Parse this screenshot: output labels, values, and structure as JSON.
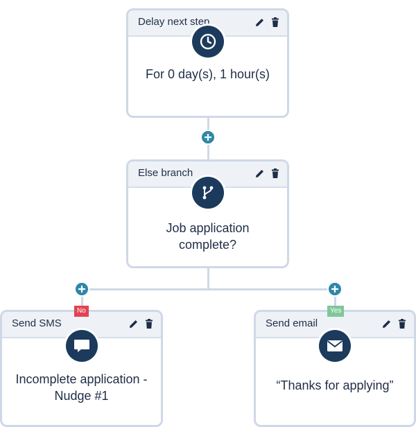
{
  "delay_card": {
    "title": "Delay next step",
    "body": "For 0 day(s), 1 hour(s)",
    "icon": "clock-icon"
  },
  "branch_card": {
    "title": "Else branch",
    "body_line1": "Job application",
    "body_line2": "complete?",
    "icon": "branch-icon"
  },
  "sms_card": {
    "title": "Send SMS",
    "body_line1": "Incomplete application -",
    "body_line2": "Nudge #1",
    "icon": "chat-bubble-icon",
    "tag": "No"
  },
  "email_card": {
    "title": "Send email",
    "body": "“Thanks for applying”",
    "icon": "envelope-icon",
    "tag": "Yes"
  },
  "colors": {
    "accent": "#2e87a8",
    "icon_bg": "#1b3a5c",
    "border": "#cfd8e6",
    "no_tag": "#e3434f",
    "yes_tag": "#7fc79a"
  }
}
